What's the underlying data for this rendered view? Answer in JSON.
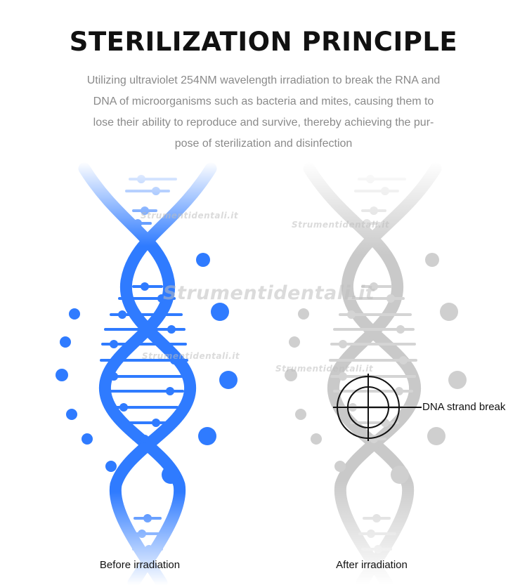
{
  "title": "STERILIZATION PRINCIPLE",
  "description_lines": [
    "Utilizing ultraviolet 254NM wavelength irradiation to break the RNA and",
    "DNA of microorganisms such as bacteria and mites, causing them to",
    "lose their ability to reproduce and survive, thereby achieving the pur-",
    "pose of sterilization and disinfection"
  ],
  "panels": {
    "before": {
      "caption": "Before irradiation",
      "color": "#2f7bff"
    },
    "after": {
      "caption": "After irradiation",
      "color": "#c8c8c8"
    }
  },
  "callout": {
    "label": "DNA strand break"
  },
  "watermark": "Strumentidentali.it",
  "icons": [
    "dna-helix-icon",
    "crosshair-icon"
  ]
}
